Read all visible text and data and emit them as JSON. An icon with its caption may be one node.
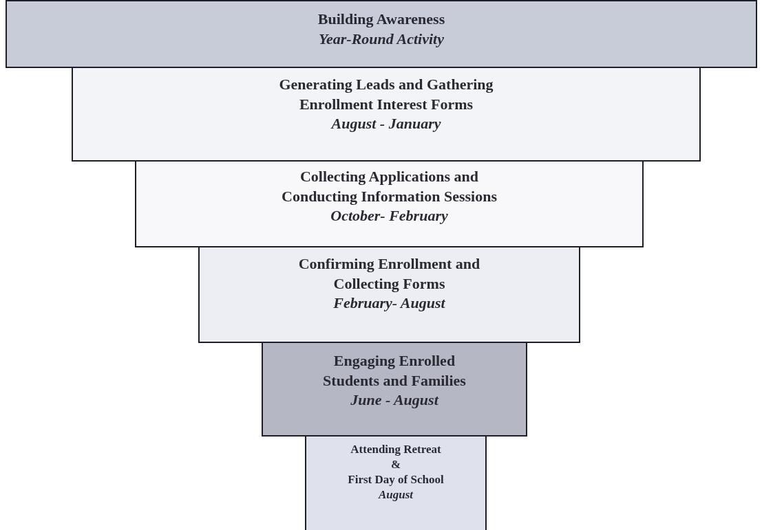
{
  "diagram": {
    "nodes": [
      {
        "text": [
          "Building Awareness",
          "Year-Round Activity"
        ]
      },
      {
        "text": [
          "Generating Leads and Gathering Enrollment Interest Forms",
          "August - January"
        ]
      },
      {
        "text": [
          "Collecting Applications and Conducting Information Sessions",
          "October- February"
        ]
      },
      {
        "text": [
          "Confirming Enrollment and Collecting Forms",
          "February- August"
        ]
      },
      {
        "text": [
          "Engaging Enrolled Students and Families",
          "June - August"
        ]
      },
      {
        "text": [
          "Attending Retreat",
          "&",
          "First Day of School",
          "August"
        ]
      }
    ]
  }
}
